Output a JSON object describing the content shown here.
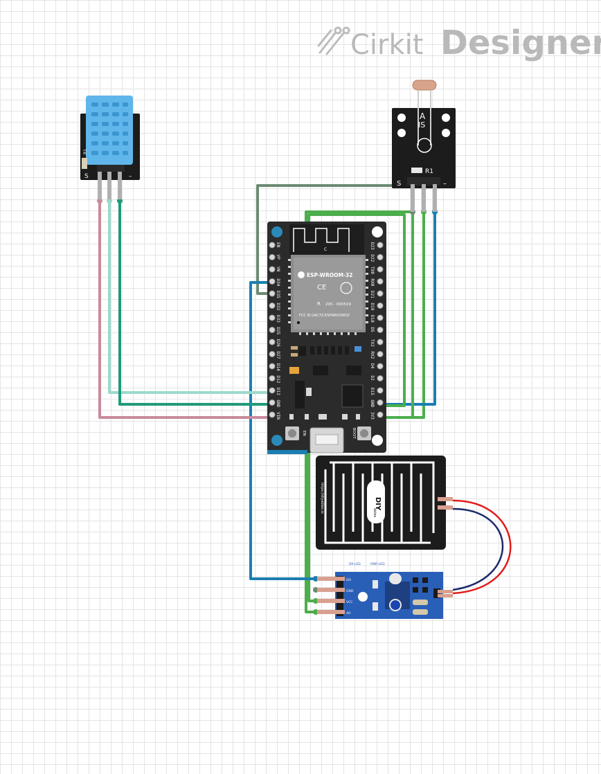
{
  "watermark": {
    "cirkit": "Cirkit",
    "designer": "Designer"
  },
  "esp32": {
    "module_name": "ESP-WROOM-32",
    "cert_r": "R",
    "cert_code": "205 - 000519",
    "fcc_id": "FCC ID:2AC7Z-ESPWROOM32",
    "antenna_label": "C",
    "btn_en": "EN",
    "btn_boot": "BOOT",
    "left_pins": [
      "EN",
      "VP",
      "VN",
      "D34",
      "D35",
      "D32",
      "D33",
      "D25",
      "D26",
      "D27",
      "D14",
      "D12",
      "D13",
      "GND",
      "VIN"
    ],
    "right_pins": [
      "D23",
      "D22",
      "TX0",
      "RX0",
      "D21",
      "D19",
      "D18",
      "D5",
      "TX2",
      "RX2",
      "D4",
      "D2",
      "D15",
      "GND",
      "3V3"
    ]
  },
  "dht": {
    "label_s": "S",
    "label_minus": "–",
    "label_r": "R1"
  },
  "ldr": {
    "label_a": "A",
    "label_is": "IS",
    "label_r1": "R1",
    "label_s": "S",
    "label_minus": "–"
  },
  "rain_plate": {
    "brand": "DIY",
    "brand_sub": "ables",
    "url": "https://diyables.io"
  },
  "rain_module": {
    "label_do": "DO",
    "label_gnd": "GND",
    "label_vcc": "VCC",
    "label_ao": "AO",
    "label_d0_led": "D0-LED",
    "label_pwr_led": "PWR-LED"
  },
  "colors": {
    "wire_gray": "#6b8a72",
    "wire_blue": "#1a7fb3",
    "wire_green": "#4cae4c",
    "wire_teal": "#1f9a7a",
    "wire_mint": "#9cd9cc",
    "wire_pink": "#c98a9c",
    "wire_red": "#e21b1b",
    "wire_navy": "#1c2a6b"
  }
}
